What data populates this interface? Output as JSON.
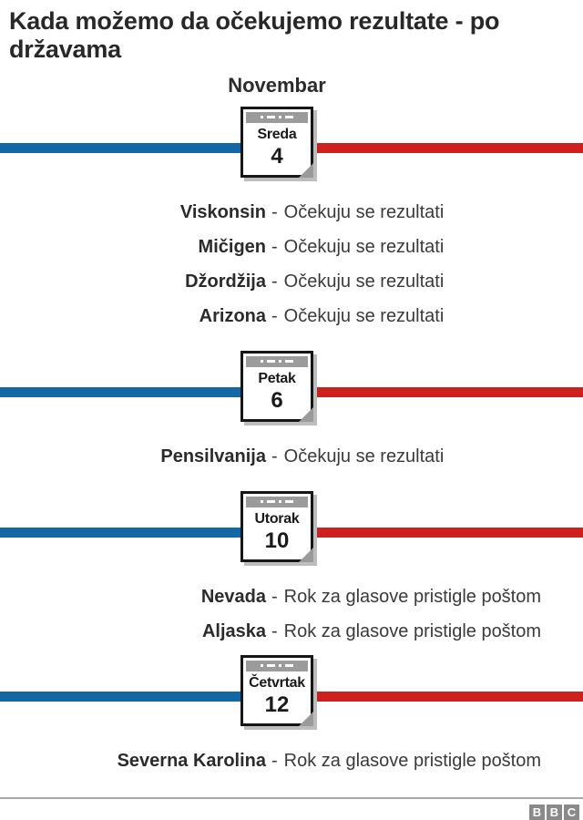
{
  "title": "Kada možemo da očekujemo rezultate - po državama",
  "month_label": "Novembar",
  "separator": "-",
  "colors": {
    "blue": "#1268a5",
    "red": "#d0201e",
    "calendar_gray": "#9b9b9b",
    "text_dark": "#282828"
  },
  "icons": {
    "calendar": "calendar-page-icon",
    "calendar_binding": "dash-dot-binding-pattern",
    "bbc_logo": "bbc-blocks-logo"
  },
  "timeline": [
    {
      "day": "Sreda",
      "date": "4",
      "states": [
        {
          "name": "Viskonsin",
          "status": "Očekuju se rezultati"
        },
        {
          "name": "Mičigen",
          "status": "Očekuju se rezultati"
        },
        {
          "name": "Džordžija",
          "status": "Očekuju se rezultati"
        },
        {
          "name": "Arizona",
          "status": "Očekuju se rezultati"
        }
      ]
    },
    {
      "day": "Petak",
      "date": "6",
      "states": [
        {
          "name": "Pensilvanija",
          "status": "Očekuju se rezultati"
        }
      ]
    },
    {
      "day": "Utorak",
      "date": "10",
      "states": [
        {
          "name": "Nevada",
          "status": "Rok za glasove pristigle poštom"
        },
        {
          "name": "Aljaska",
          "status": "Rok za glasove pristigle poštom"
        }
      ]
    },
    {
      "day": "Četvrtak",
      "date": "12",
      "states": [
        {
          "name": "Severna Karolina",
          "status": "Rok za glasove pristigle poštom"
        }
      ]
    }
  ],
  "footer": {
    "logo": [
      "B",
      "B",
      "C"
    ]
  }
}
